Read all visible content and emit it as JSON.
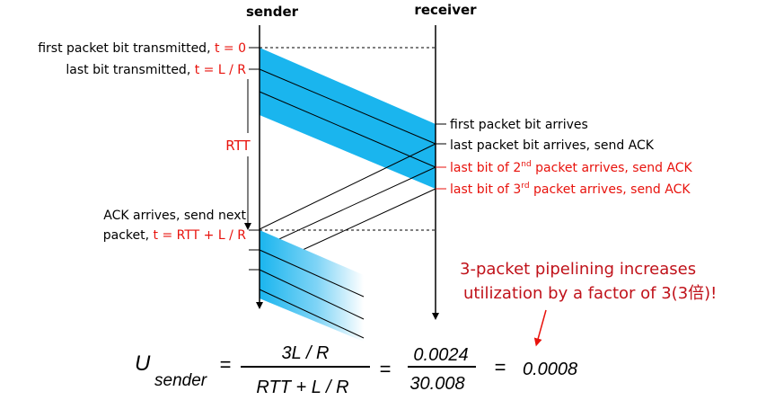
{
  "headers": {
    "sender": "sender",
    "receiver": "receiver"
  },
  "sender_labels": {
    "first_sent": "first packet bit transmitted, ",
    "first_sent_t": "t = 0",
    "last_sent": "last bit transmitted, ",
    "last_sent_t": "t = L / R",
    "rtt": "RTT",
    "ack_line1": "ACK arrives, send next",
    "ack_line2": "packet, ",
    "ack_t": "t = RTT + L / R"
  },
  "receiver_labels": {
    "first_arrives": "first packet bit arrives",
    "last_arrives": "last packet bit arrives, send ACK",
    "second_pre": "last bit of 2",
    "second_sup": "nd",
    "second_post": " packet arrives, send ACK",
    "third_pre": "last bit of 3",
    "third_sup": "rd",
    "third_post": " packet arrives, send ACK"
  },
  "note": {
    "line1": "3-packet pipelining increases",
    "line2": "utilization by a factor of 3(3倍)!"
  },
  "equation": {
    "U": "U",
    "sub": "sender",
    "eq1": "=",
    "num": "3L / R",
    "den": "RTT + L / R",
    "eq2": "=",
    "num2": "0.0024",
    "den2": "30.008",
    "eq3": "=",
    "result": "0.0008"
  },
  "colors": {
    "packet": "#1ab5ee",
    "red": "#e8120c",
    "note": "#c0121a"
  }
}
